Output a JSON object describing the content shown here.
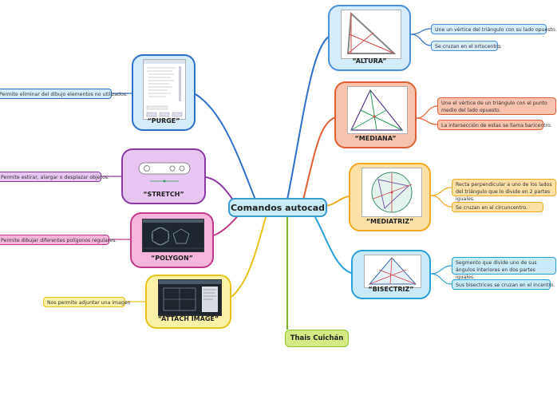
{
  "center": {
    "title": "Comandos autocad"
  },
  "author": {
    "name": "Thais Cuichán"
  },
  "colors": {
    "altura": "#4a8fd8",
    "mediana": "#e06034",
    "mediatriz": "#f2a91f",
    "bisectriz": "#2aa0d8",
    "purge": "#2f6fc8",
    "stretch": "#8a3aa4",
    "polygon": "#c23a8a",
    "attach": "#e6c21a",
    "author": "#7cb52a"
  },
  "right_nodes": [
    {
      "id": "altura",
      "title": "“ALTURA”",
      "notes": [
        "Une un vértice del triángulo con su lado opuesto.",
        "Se cruzan en el ortocentro."
      ]
    },
    {
      "id": "mediana",
      "title": "“MEDIANA”",
      "notes": [
        "Une el vértice de un triángulo con el punto medio del lado opuesto.",
        "La intersección de estas se llama baricentro."
      ]
    },
    {
      "id": "mediatriz",
      "title": "“MEDIATRIZ”",
      "notes": [
        "Recta perpendicular a uno de los lados del triángulo que lo divide en 2 partes iguales.",
        "Se cruzan en el circuncentro."
      ]
    },
    {
      "id": "bisectriz",
      "title": "“BISECTRIZ”",
      "notes": [
        "Segmento que divide uno de sus ángulos interiores en dos partes iguales.",
        "Sus bisectrices se cruzan en el incentro."
      ]
    }
  ],
  "left_nodes": [
    {
      "id": "purge",
      "title": "“PURGE”",
      "note": "Permite eliminar del dibujo elementos no utilizados."
    },
    {
      "id": "stretch",
      "title": "“STRETCH”",
      "note": "Permite estirar, alargar o desplazar objetos."
    },
    {
      "id": "polygon",
      "title": "“POLYGON”",
      "note": "Permite dibujar diferentes polígonos regulares."
    },
    {
      "id": "attach",
      "title": "“ATTACH IMAGE”",
      "note": "Nos permite adjuntar una imagen"
    }
  ]
}
